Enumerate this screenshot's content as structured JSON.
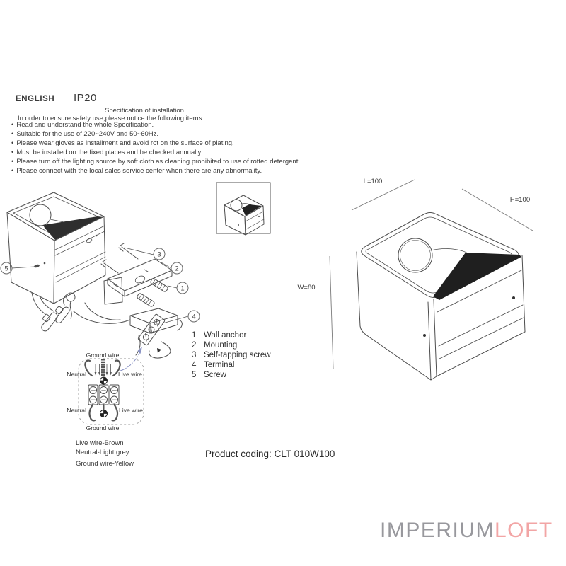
{
  "header": {
    "language_label": "ENGLISH",
    "protection_rating": "IP20"
  },
  "specification": {
    "title": "Specification of installation",
    "intro": "In order to ensure safety use,please notice the following items:",
    "bullet": "•",
    "items": [
      "Read and understand the whole Specification.",
      "Suitable for the use of 220~240V and 50~60Hz.",
      "Please wear gloves as installment and avoid rot on the surface of plating.",
      "Must be installed on the fixed places and be checked annually.",
      "Please turn off the lighting source by soft cloth as cleaning prohibited to use of rotted detergent.",
      "Please connect with the local sales service center when there are any abnormality."
    ]
  },
  "exploded_view": {
    "callouts": {
      "c1": "1",
      "c2": "2",
      "c3": "3",
      "c4": "4",
      "c5": "5"
    }
  },
  "parts_list": {
    "items": [
      {
        "num": "1",
        "name": "Wall anchor"
      },
      {
        "num": "2",
        "name": "Mounting"
      },
      {
        "num": "3",
        "name": "Self-tapping screw"
      },
      {
        "num": "4",
        "name": "Terminal"
      },
      {
        "num": "5",
        "name": "Screw"
      }
    ]
  },
  "wiring_diagram": {
    "ground_wire_top": "Ground wire",
    "neutral_top": "Neutral",
    "live_wire_top": "Live wire",
    "neutral_bottom": "Neutral",
    "live_wire_bottom": "Live wire",
    "ground_wire_bottom": "Ground wire",
    "legend": [
      "Live wire-Brown",
      "Neutral-Light grey",
      "Ground wire-Yellow"
    ],
    "arrow_color": "#8a93c4"
  },
  "dimensions": {
    "length": "L=100",
    "height": "H=100",
    "width": "W=80"
  },
  "product": {
    "coding": "Product coding: CLT 010W100"
  },
  "brand": {
    "name_primary": "IMPERIUM",
    "name_secondary": "LOFT",
    "color_primary": "#98989d",
    "color_secondary": "#f2a5a5"
  }
}
